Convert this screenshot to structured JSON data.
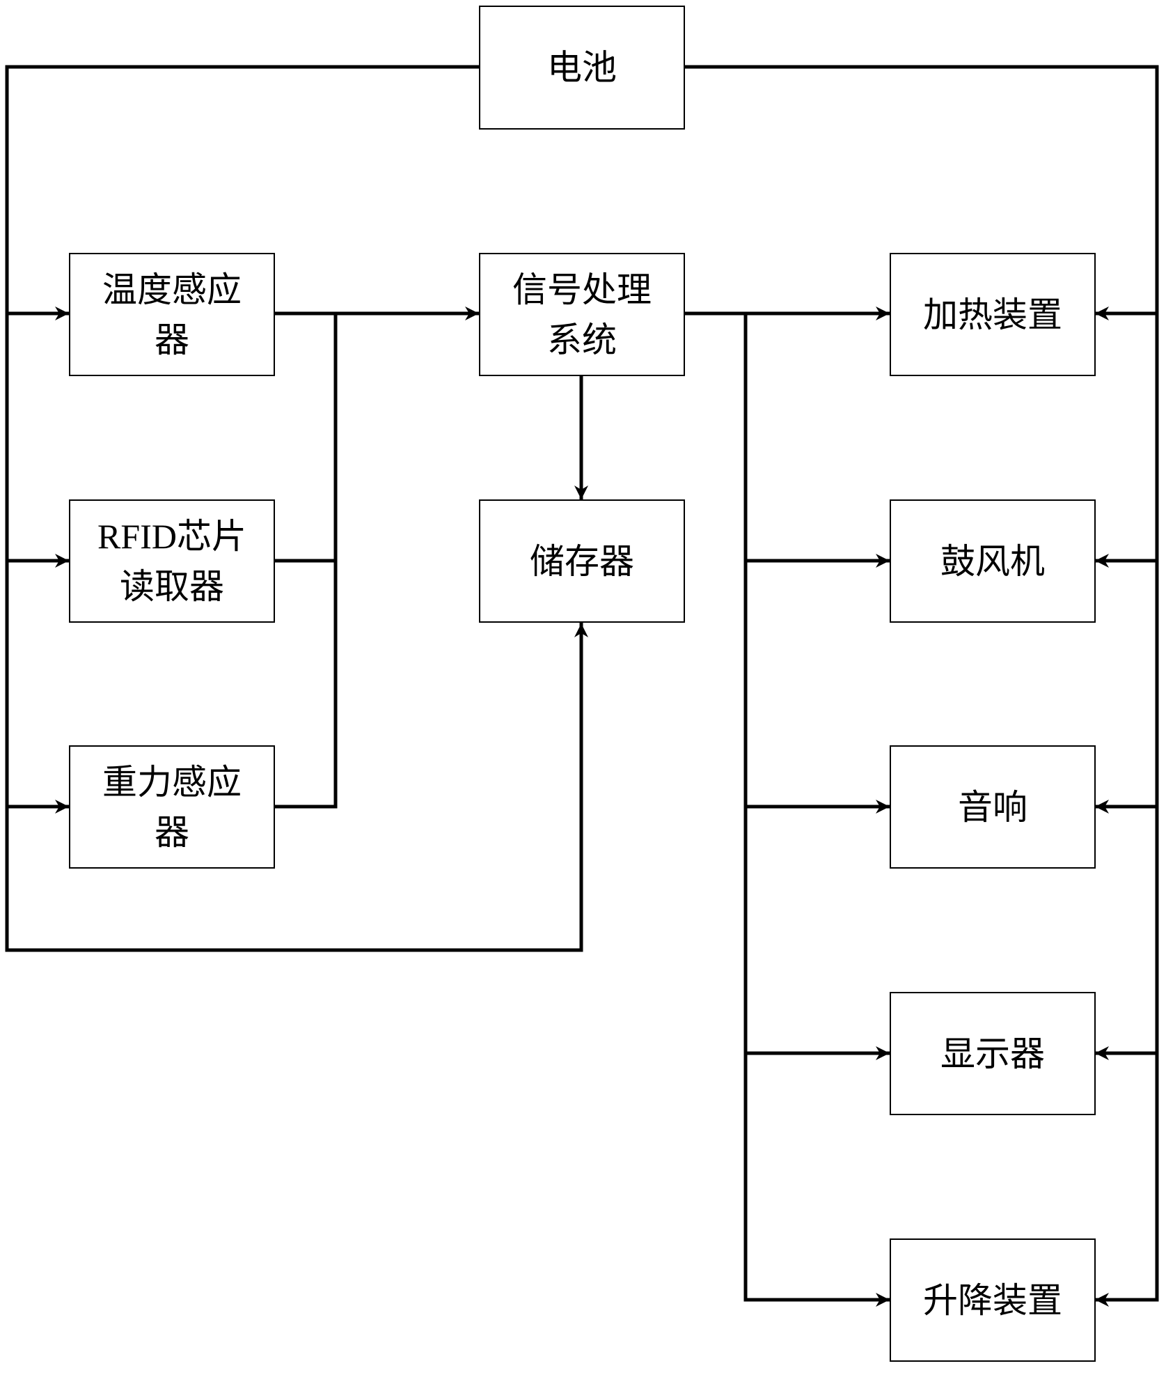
{
  "diagram": {
    "title": "",
    "line_color": "#000000",
    "nodes": {
      "battery": {
        "label": "电池"
      },
      "temp_sensor": {
        "label": "温度感应器"
      },
      "rfid_reader": {
        "label": "RFID芯片读取器"
      },
      "gravity_sensor": {
        "label": "重力感应器"
      },
      "signal_processor": {
        "label": "信号处理系统"
      },
      "storage": {
        "label": "储存器"
      },
      "heater": {
        "label": "加热装置"
      },
      "blower": {
        "label": "鼓风机"
      },
      "speaker": {
        "label": "音响"
      },
      "display": {
        "label": "显示器"
      },
      "lift": {
        "label": "升降装置"
      }
    },
    "edges": [
      {
        "from": "battery",
        "to": "temp_sensor"
      },
      {
        "from": "battery",
        "to": "rfid_reader"
      },
      {
        "from": "battery",
        "to": "gravity_sensor"
      },
      {
        "from": "battery",
        "to": "storage"
      },
      {
        "from": "battery",
        "to": "heater"
      },
      {
        "from": "battery",
        "to": "blower"
      },
      {
        "from": "battery",
        "to": "speaker"
      },
      {
        "from": "battery",
        "to": "display"
      },
      {
        "from": "battery",
        "to": "lift"
      },
      {
        "from": "temp_sensor",
        "to": "signal_processor"
      },
      {
        "from": "rfid_reader",
        "to": "signal_processor"
      },
      {
        "from": "gravity_sensor",
        "to": "signal_processor"
      },
      {
        "from": "signal_processor",
        "to": "storage"
      },
      {
        "from": "signal_processor",
        "to": "heater"
      },
      {
        "from": "signal_processor",
        "to": "blower"
      },
      {
        "from": "signal_processor",
        "to": "speaker"
      },
      {
        "from": "signal_processor",
        "to": "display"
      },
      {
        "from": "signal_processor",
        "to": "lift"
      }
    ]
  }
}
